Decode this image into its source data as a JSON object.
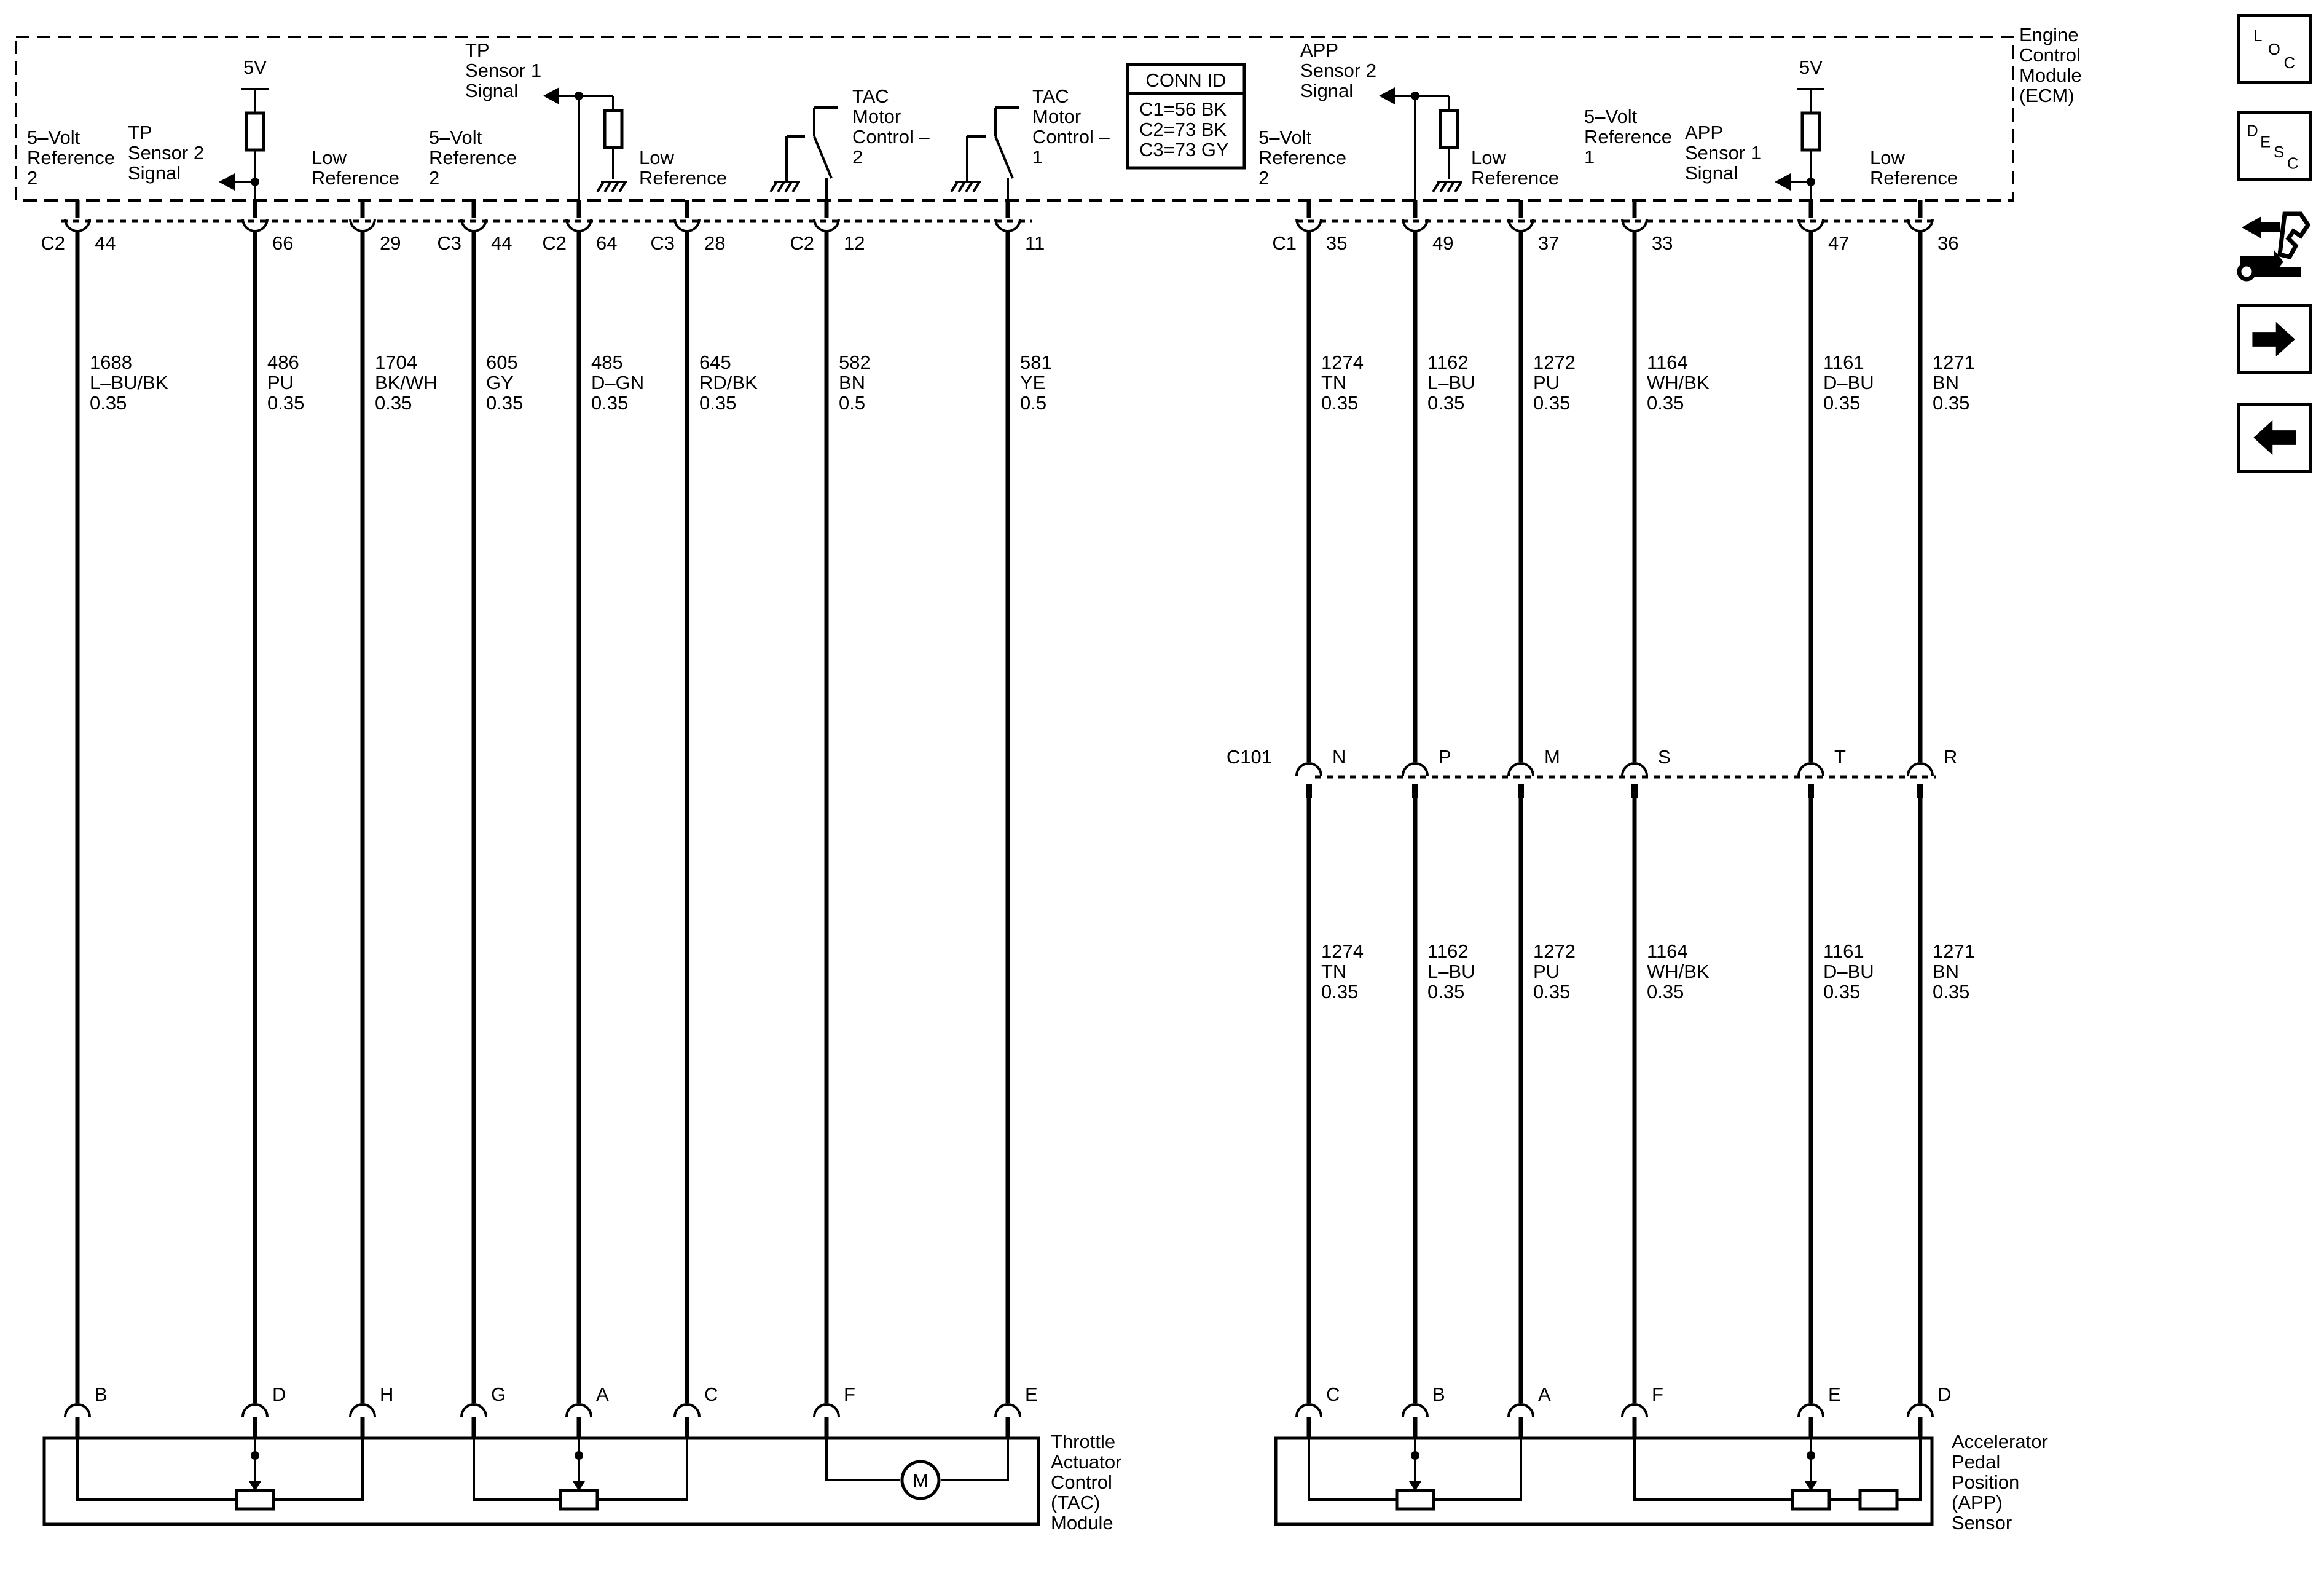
{
  "ecm": {
    "name_lines": [
      "Engine",
      "Control",
      "Module",
      "(ECM)"
    ],
    "conn_id_title": "CONN ID",
    "conn_id_rows": [
      "C1=56 BK",
      "C2=73 BK",
      "C3=73 GY"
    ],
    "five_v_label": "5V"
  },
  "circuits_left": [
    {
      "connector": "C2",
      "pin": "44",
      "wire": [
        "1688",
        "L–BU/BK",
        "0.35"
      ],
      "module_pin": "B",
      "func": [
        "5–Volt",
        "Reference",
        "2"
      ]
    },
    {
      "connector": "",
      "pin": "66",
      "wire": [
        "486",
        "PU",
        "0.35"
      ],
      "module_pin": "D",
      "func": [
        "TP",
        "Sensor 2",
        "Signal"
      ]
    },
    {
      "connector": "",
      "pin": "29",
      "wire": [
        "1704",
        "BK/WH",
        "0.35"
      ],
      "module_pin": "H",
      "func": [
        "Low",
        "Reference"
      ]
    },
    {
      "connector": "C3",
      "pin": "44",
      "wire": [
        "605",
        "GY",
        "0.35"
      ],
      "module_pin": "G",
      "func": [
        "5–Volt",
        "Reference",
        "2"
      ]
    },
    {
      "connector": "C2",
      "pin": "64",
      "wire": [
        "485",
        "D–GN",
        "0.35"
      ],
      "module_pin": "A",
      "func": [
        "TP",
        "Sensor 1",
        "Signal"
      ]
    },
    {
      "connector": "C3",
      "pin": "28",
      "wire": [
        "645",
        "RD/BK",
        "0.35"
      ],
      "module_pin": "C",
      "func": [
        "Low",
        "Reference"
      ]
    },
    {
      "connector": "C2",
      "pin": "12",
      "wire": [
        "582",
        "BN",
        "0.5"
      ],
      "module_pin": "F",
      "func": [
        "TAC",
        "Motor",
        "Control –",
        "2"
      ]
    },
    {
      "connector": "",
      "pin": "11",
      "wire": [
        "581",
        "YE",
        "0.5"
      ],
      "module_pin": "E",
      "func": [
        "TAC",
        "Motor",
        "Control –",
        "1"
      ]
    }
  ],
  "circuits_right": [
    {
      "connector": "C1",
      "pin": "35",
      "wire": [
        "1274",
        "TN",
        "0.35"
      ],
      "c101_pin": "N",
      "module_pin": "C",
      "func": [
        "5–Volt",
        "Reference",
        "2"
      ]
    },
    {
      "connector": "",
      "pin": "49",
      "wire": [
        "1162",
        "L–BU",
        "0.35"
      ],
      "c101_pin": "P",
      "module_pin": "B",
      "func": [
        "APP",
        "Sensor 2",
        "Signal"
      ]
    },
    {
      "connector": "",
      "pin": "37",
      "wire": [
        "1272",
        "PU",
        "0.35"
      ],
      "c101_pin": "M",
      "module_pin": "A",
      "func": [
        "Low",
        "Reference"
      ]
    },
    {
      "connector": "",
      "pin": "33",
      "wire": [
        "1164",
        "WH/BK",
        "0.35"
      ],
      "c101_pin": "S",
      "module_pin": "F",
      "func": [
        "5–Volt",
        "Reference",
        "1"
      ]
    },
    {
      "connector": "",
      "pin": "47",
      "wire": [
        "1161",
        "D–BU",
        "0.35"
      ],
      "c101_pin": "T",
      "module_pin": "E",
      "func": [
        "APP",
        "Sensor 1",
        "Signal"
      ]
    },
    {
      "connector": "",
      "pin": "36",
      "wire": [
        "1271",
        "BN",
        "0.35"
      ],
      "c101_pin": "R",
      "module_pin": "D",
      "func": [
        "Low",
        "Reference"
      ]
    }
  ],
  "c101_label": "C101",
  "tac_module_lines": [
    "Throttle",
    "Actuator",
    "Control",
    "(TAC)",
    "Module"
  ],
  "app_sensor_lines": [
    "Accelerator",
    "Pedal",
    "Position",
    "(APP)",
    "Sensor"
  ],
  "motor_symbol": "M",
  "nav": {
    "loc": [
      "L",
      "O",
      "C"
    ],
    "desc": [
      "D",
      "E",
      "S",
      "C"
    ],
    "buttons": [
      "loc-button",
      "desc-button",
      "connector-end-view-button",
      "next-button",
      "previous-button"
    ]
  }
}
